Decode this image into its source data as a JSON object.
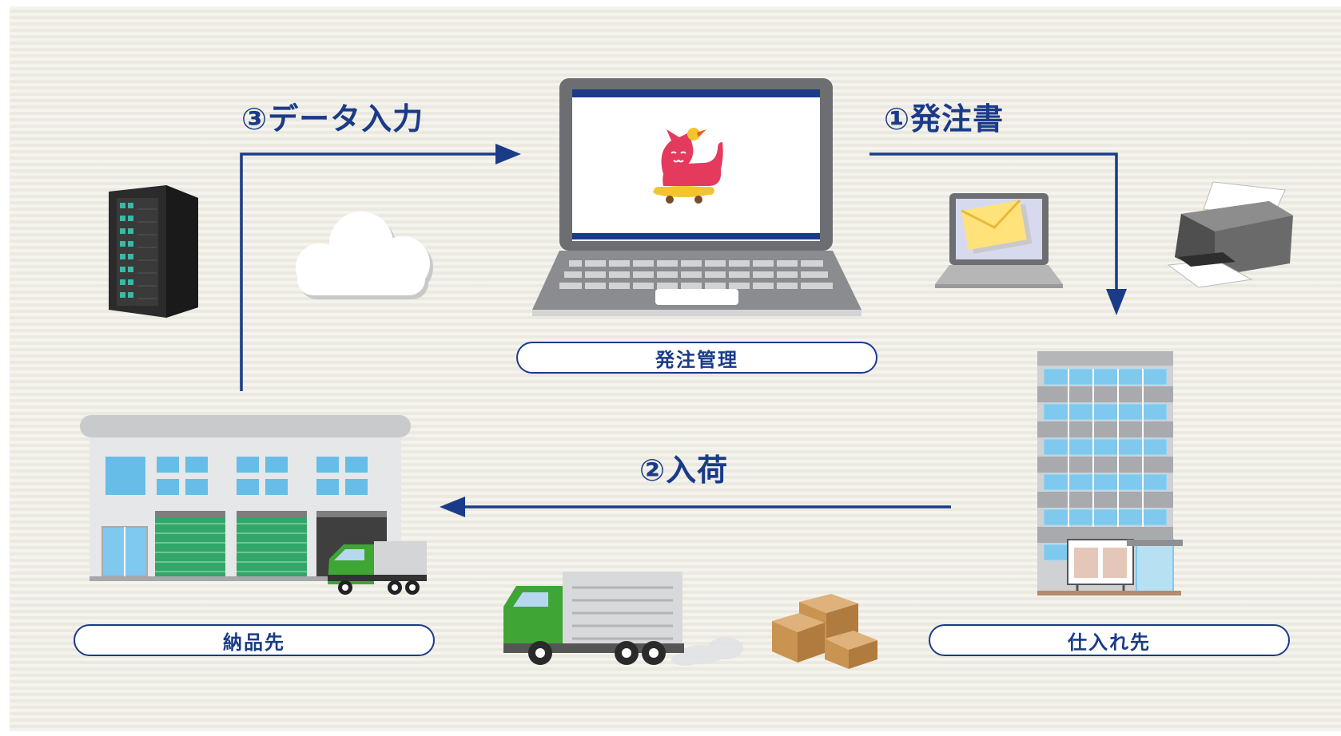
{
  "steps": {
    "step1": "①発注書",
    "step2": "②入荷",
    "step3": "③データ入力"
  },
  "labels": {
    "order_management": "発注管理",
    "delivery_destination": "納品先",
    "supplier": "仕入れ先"
  },
  "colors": {
    "primary": "#1a3b88",
    "cat": "#e43a5e",
    "skateboard": "#f4c430",
    "shutter": "#33a66a",
    "truck_cab": "#3fa535",
    "box": "#c99352",
    "window": "#66bde8"
  },
  "icons": [
    "server-rack-icon",
    "cloud-icon",
    "laptop-icon",
    "cat-mascot-icon",
    "email-laptop-icon",
    "printer-icon",
    "office-building-icon",
    "warehouse-icon",
    "truck-icon",
    "cardboard-boxes-icon"
  ]
}
